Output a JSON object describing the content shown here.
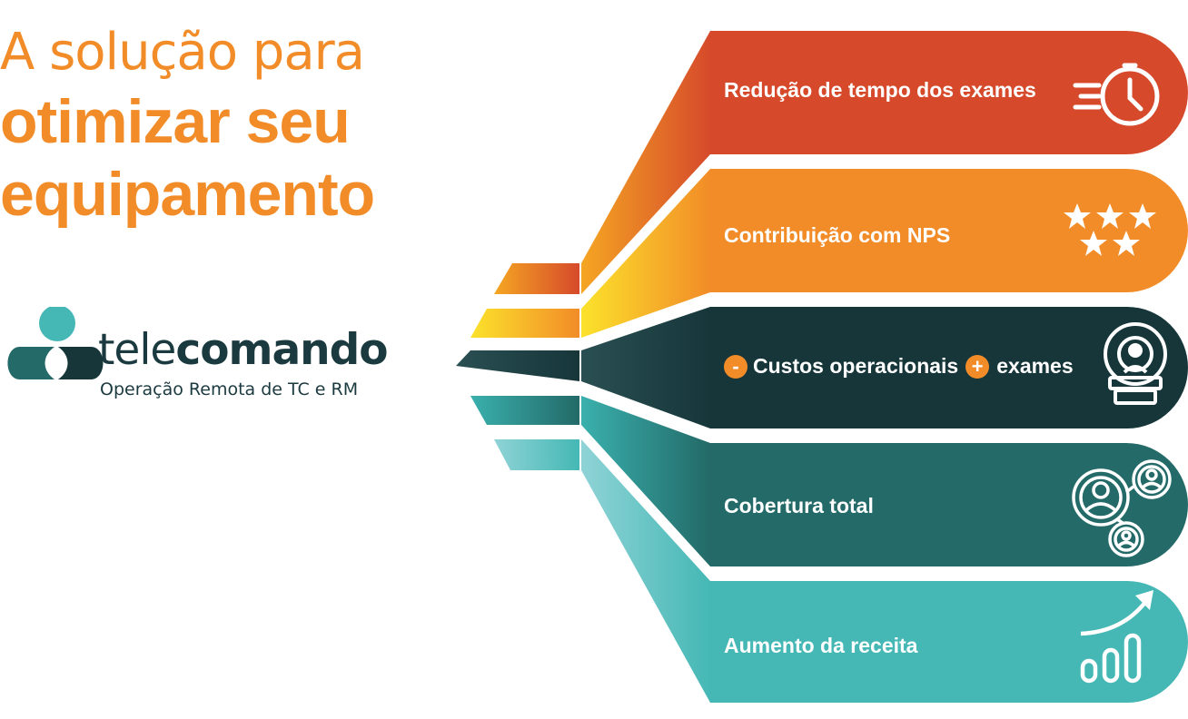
{
  "headline": {
    "line1": "A solução para",
    "line2": "otimizar seu",
    "line3": "equipamento"
  },
  "brand": {
    "name_light": "tele",
    "name_bold": "comando",
    "tagline": "Operação Remota de TC e RM"
  },
  "rows": [
    {
      "label": "Redução de tempo dos exames",
      "icon": "stopwatch-icon",
      "color": "#d64a2b"
    },
    {
      "label": "Contribuição com NPS",
      "icon": "stars-icon",
      "color": "#f28c28"
    },
    {
      "minus": "-",
      "label_a": "Custos operacionais",
      "plus": "+",
      "label_b": "exames",
      "icon": "scanner-icon",
      "color": "#16363a"
    },
    {
      "label": "Cobertura total",
      "icon": "network-people-icon",
      "color": "#236a68"
    },
    {
      "label": "Aumento da receita",
      "icon": "growth-chart-icon",
      "color": "#45b8b5"
    }
  ],
  "colors": {
    "accent": "#f28c28",
    "brand_dark": "#1b3a40",
    "brand_teal": "#45b8b5"
  }
}
